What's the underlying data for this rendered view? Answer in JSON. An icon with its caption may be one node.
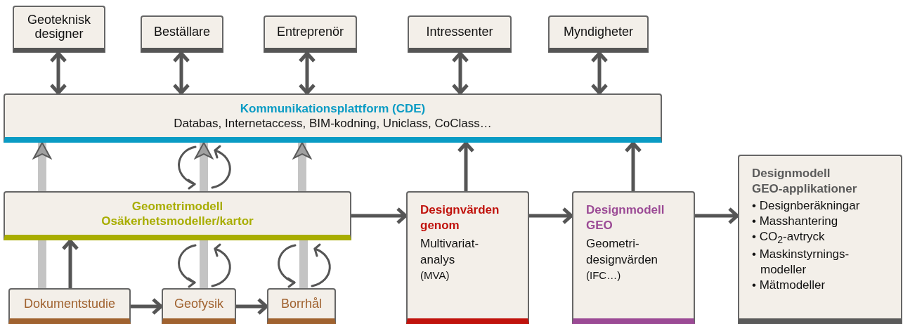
{
  "diagram": {
    "nodes": [
      {
        "text": [
          "Geoteknisk designer"
        ]
      },
      {
        "text": [
          "Beställare"
        ]
      },
      {
        "text": [
          "Entreprenör"
        ]
      },
      {
        "text": [
          "Intressenter"
        ]
      },
      {
        "text": [
          "Myndigheter"
        ]
      },
      {
        "text": [
          "Kommunikationsplattform (CDE)",
          "Databas, Internetaccess, BIM-kodning, Uniclass, CoClass…"
        ]
      },
      {
        "text": [
          "Geometrimodell Osäkerhetsmodeller/kartor"
        ]
      },
      {
        "text": [
          "Designvärden genom",
          "Multivariat- analys",
          "(MVA)"
        ]
      },
      {
        "text": [
          "Designmodell GEO",
          "Geometri- designvärden",
          "(IFC…)"
        ]
      },
      {
        "text": [
          "Designmodell GEO-applikationer",
          "• Designberäkningar",
          "• Masshantering",
          "• CO$_{2}$-avtryck",
          "• Maskinstyrnings- modeller",
          "• Mätmodeller"
        ]
      },
      {
        "text": [
          "Dokumentstudie"
        ]
      },
      {
        "text": [
          "Geofysik"
        ]
      },
      {
        "text": [
          "Borrhål"
        ]
      }
    ],
    "edges": [
      {
        "from": 0,
        "to": 5,
        "arrow": "both"
      },
      {
        "from": 1,
        "to": 5,
        "arrow": "both"
      },
      {
        "from": 2,
        "to": 5,
        "arrow": "both"
      },
      {
        "from": 3,
        "to": 5,
        "arrow": "both"
      },
      {
        "from": 4,
        "to": 5,
        "arrow": "both"
      },
      {
        "from": 6,
        "to": 5,
        "arrow": "to",
        "style": "thick",
        "color": "#c4c4c4"
      },
      {
        "from": 6,
        "to": 5,
        "arrow": "to",
        "style": "thick",
        "color": "#c4c4c4"
      },
      {
        "from": 6,
        "to": 5,
        "arrow": "to",
        "style": "thick",
        "color": "#c4c4c4"
      },
      {
        "from": 7,
        "to": 5,
        "arrow": "to"
      },
      {
        "from": 8,
        "to": 5,
        "arrow": "to"
      },
      {
        "from": 10,
        "to": 6,
        "arrow": "none",
        "style": "thick",
        "color": "#c4c4c4"
      },
      {
        "from": 10,
        "to": 6,
        "arrow": "to"
      },
      {
        "from": 11,
        "to": 6,
        "arrow": "none",
        "style": "thick",
        "color": "#c4c4c4"
      },
      {
        "from": 12,
        "to": 6,
        "arrow": "none",
        "style": "thick",
        "color": "#c4c4c4"
      },
      {
        "from": 6,
        "to": 7,
        "arrow": "to"
      },
      {
        "from": 7,
        "to": 8,
        "arrow": "to"
      },
      {
        "from": 8,
        "to": 9,
        "arrow": "to"
      },
      {
        "from": 10,
        "to": 11,
        "arrow": "to"
      },
      {
        "from": 11,
        "to": 12,
        "arrow": "to"
      }
    ]
  }
}
